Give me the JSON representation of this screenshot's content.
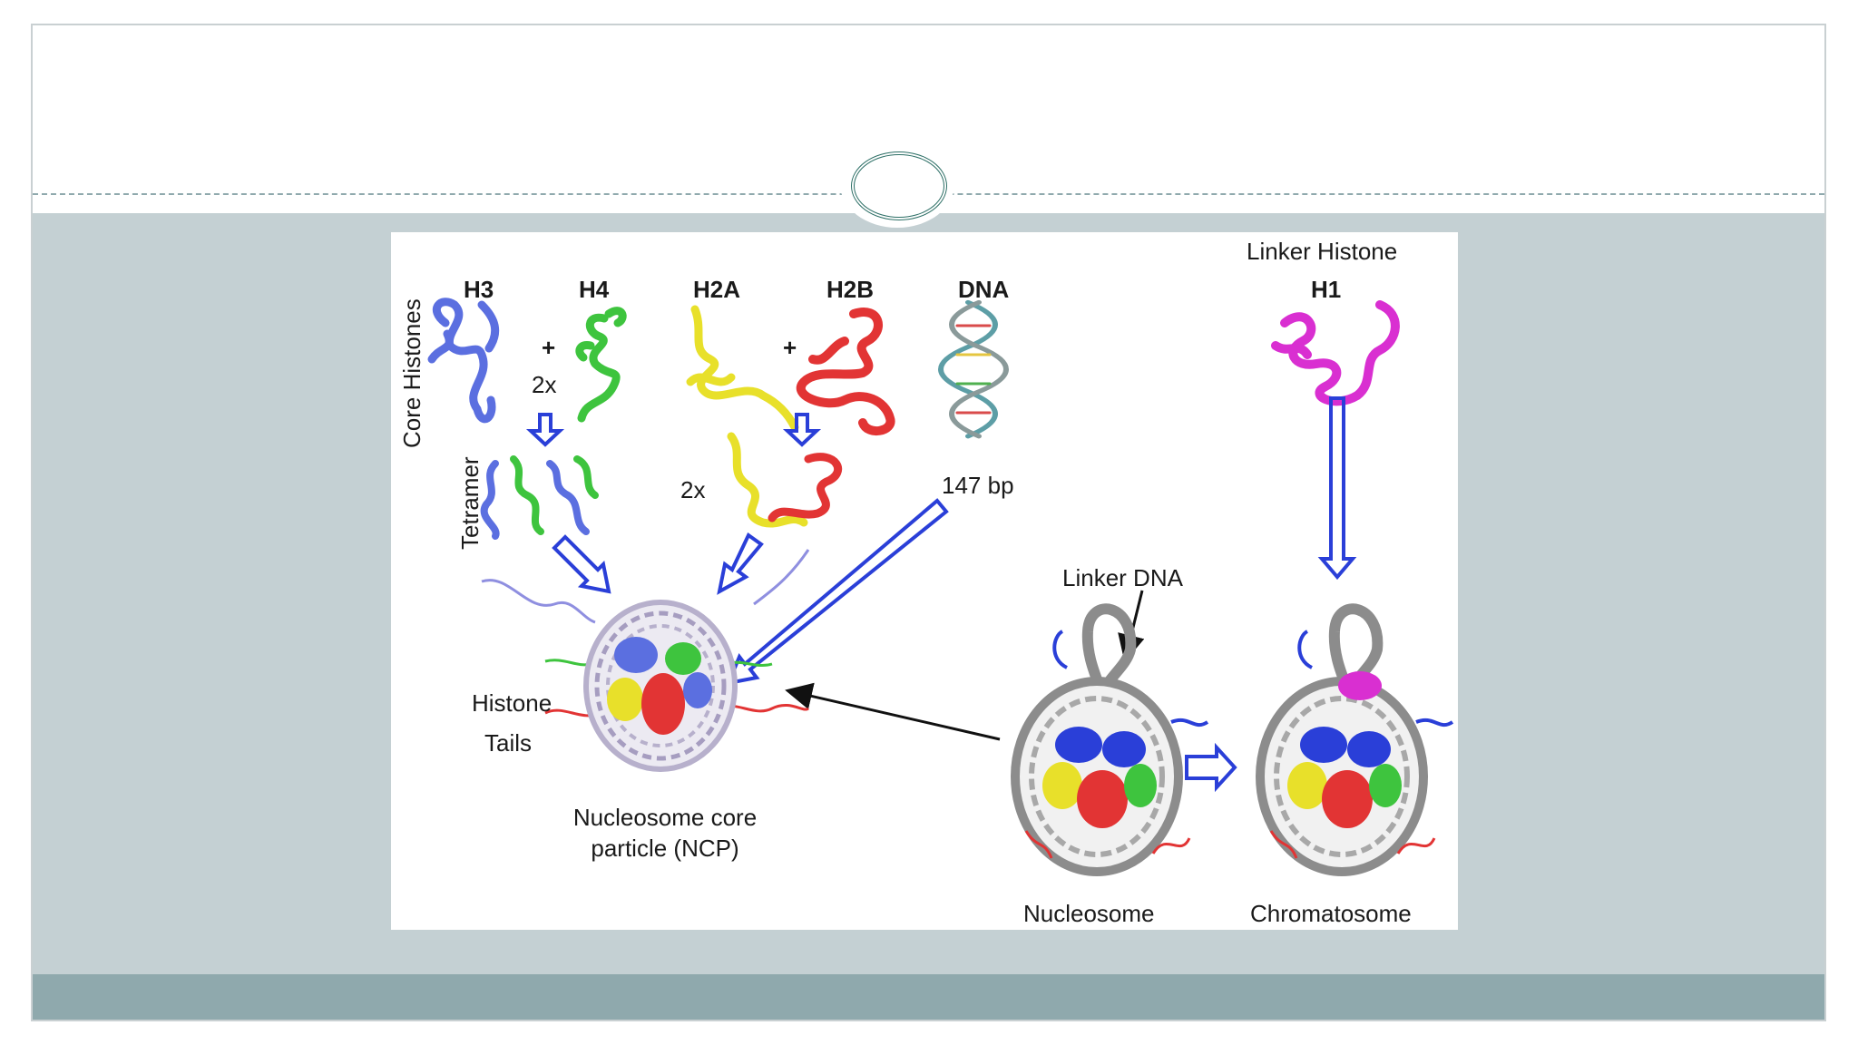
{
  "figure": {
    "core_histones_label": "Core Histones",
    "tetramer_label": "Tetramer",
    "histones": {
      "h3": "H3",
      "h4": "H4",
      "h2a": "H2A",
      "h2b": "H2B",
      "dna": "DNA",
      "h1": "H1"
    },
    "linker_histone_label": "Linker Histone",
    "plus_1": "+",
    "plus_2": "+",
    "multiplier_1": "2x",
    "multiplier_2": "2x",
    "dna_length": "147 bp",
    "linker_dna_label": "Linker DNA",
    "histone_tails_line1": "Histone",
    "histone_tails_line2": "Tails",
    "ncp_line1": "Nucleosome core",
    "ncp_line2": "particle (NCP)",
    "nucleosome_label": "Nucleosome",
    "chromatosome_label": "Chromatosome"
  },
  "colors": {
    "h3": "#5b6fe0",
    "h4": "#3ec43e",
    "h2a": "#e8e02a",
    "h2b": "#e23434",
    "h1": "#d92fd1",
    "dna": "#b0b0b0",
    "arrow": "#2a3fd8"
  }
}
